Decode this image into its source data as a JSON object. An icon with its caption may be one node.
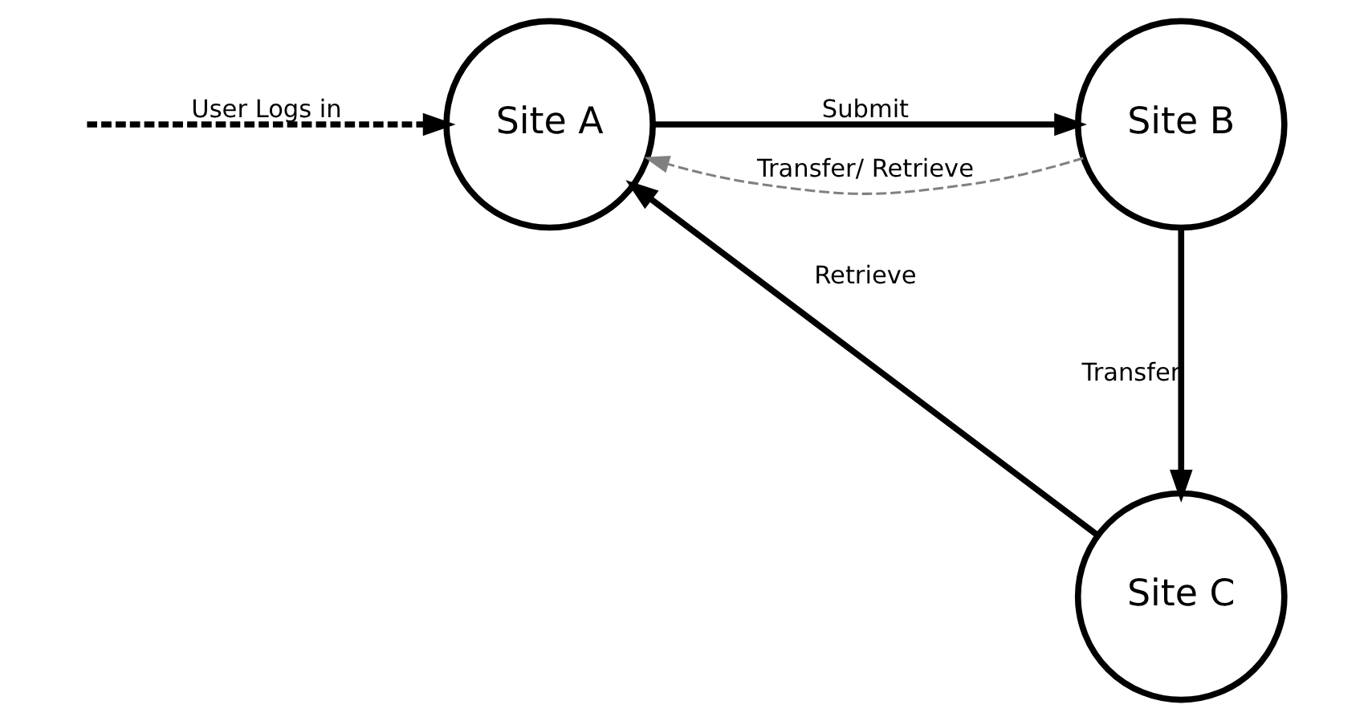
{
  "diagram": {
    "nodes": [
      {
        "text": [
          "Site A"
        ]
      },
      {
        "text": [
          "Site B"
        ]
      },
      {
        "text": [
          "Site C"
        ]
      }
    ],
    "edges": [
      {
        "from": null,
        "to": 0,
        "arrow": "to",
        "label": "User Logs in",
        "style": "dashed"
      },
      {
        "from": 0,
        "to": 1,
        "arrow": "to",
        "label": "Submit"
      },
      {
        "from": 1,
        "to": 0,
        "arrow": "to",
        "label": "Transfer/ Retrieve",
        "style": "dashed",
        "color": "#808080"
      },
      {
        "from": 1,
        "to": 2,
        "arrow": "to",
        "label": "Transfer"
      },
      {
        "from": 2,
        "to": 0,
        "arrow": "to",
        "label": "Retrieve"
      }
    ]
  }
}
